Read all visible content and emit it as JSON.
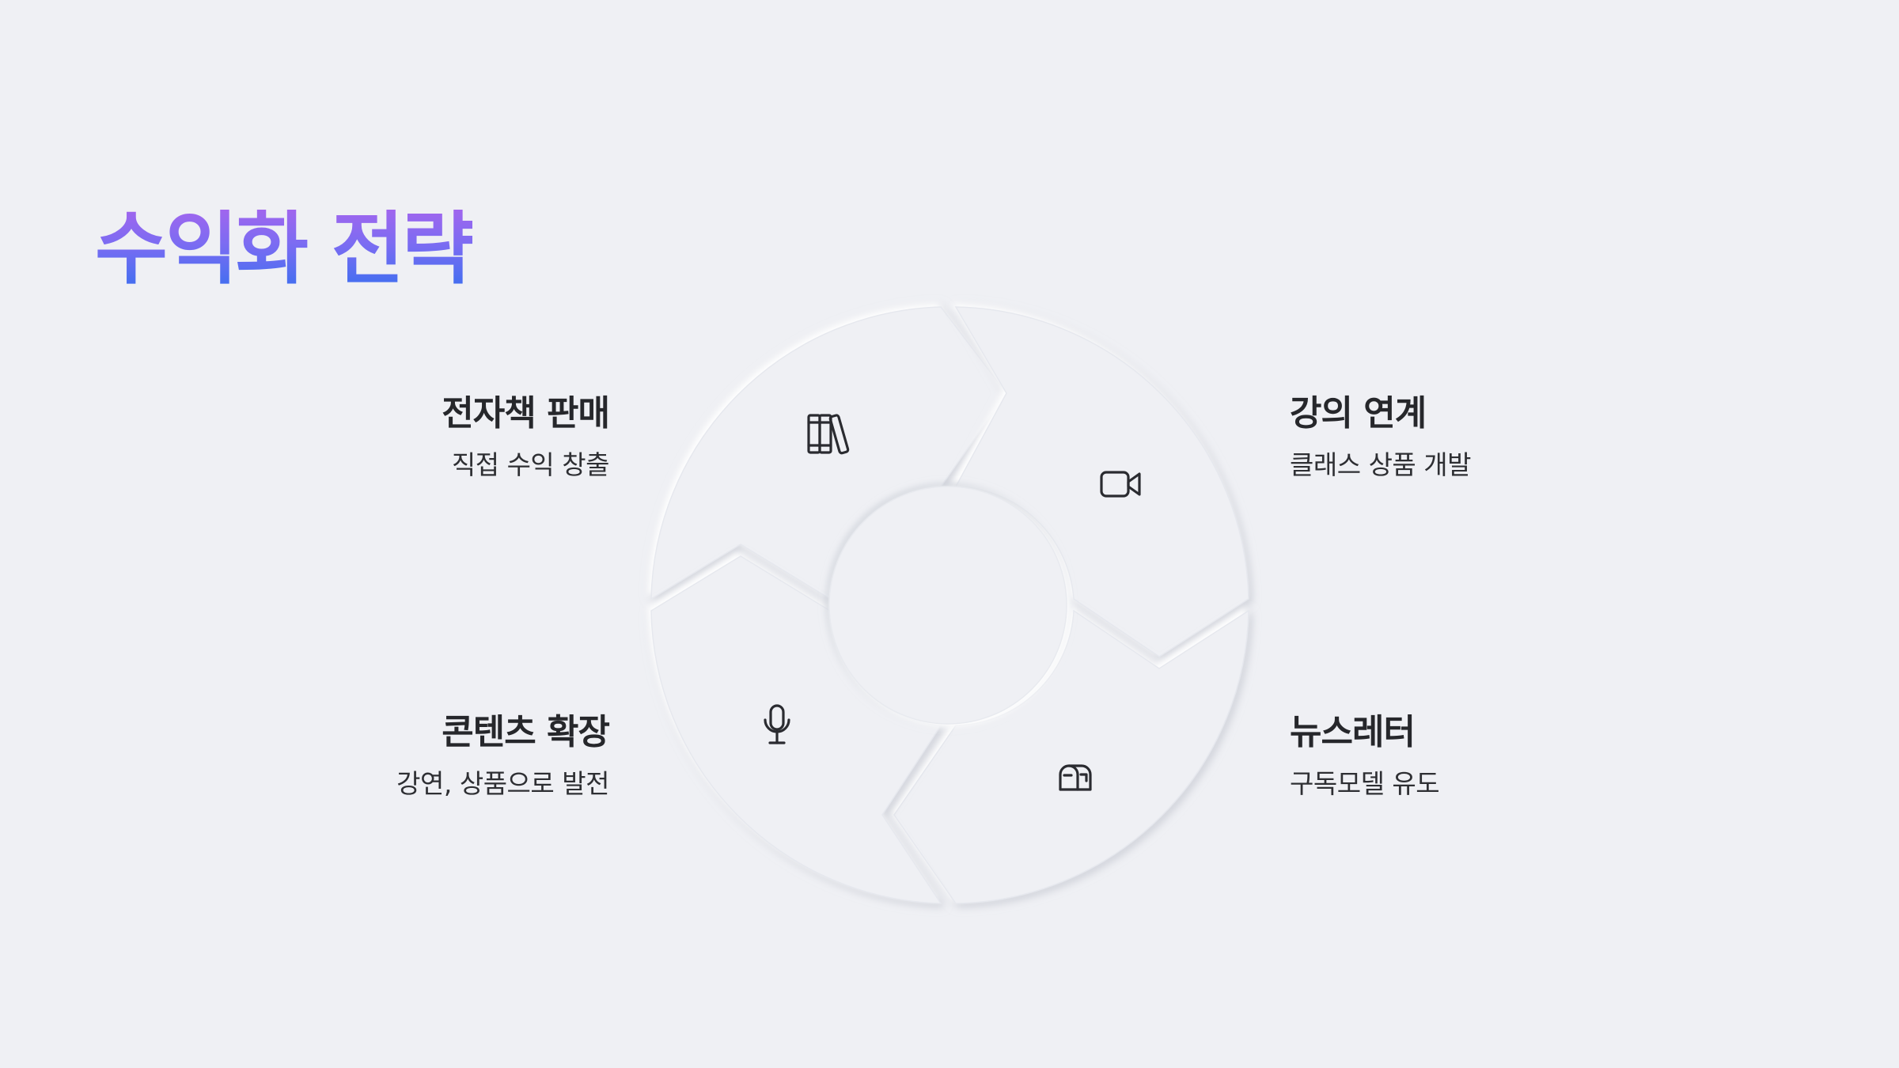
{
  "page": {
    "title": "수익화 전략",
    "background": "#eff0f4",
    "title_gradient": [
      "#a066ee",
      "#3f6ff0"
    ]
  },
  "items": [
    {
      "title": "전자책 판매",
      "description": "직접 수익 창출",
      "icon": "books-icon"
    },
    {
      "title": "강의 연계",
      "description": "클래스 상품 개발",
      "icon": "video-camera-icon"
    },
    {
      "title": "콘텐츠 확장",
      "description": "강연, 상품으로 발전",
      "icon": "microphone-icon"
    },
    {
      "title": "뉴스레터",
      "description": "구독모델 유도",
      "icon": "mailbox-icon"
    }
  ]
}
